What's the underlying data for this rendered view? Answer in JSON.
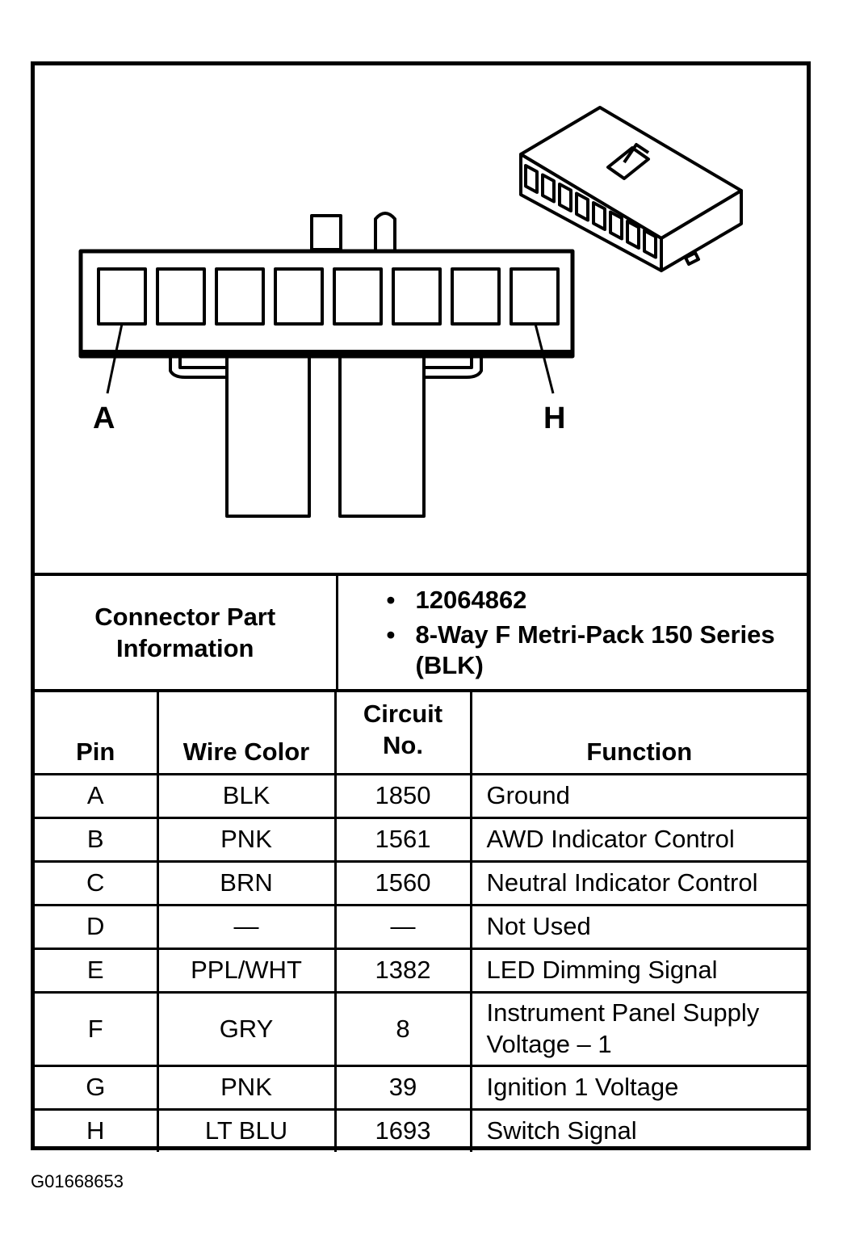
{
  "diagram": {
    "pin_labels": [
      "A",
      "H"
    ],
    "cavity_count": 8
  },
  "connector_info": {
    "label": "Connector Part Information",
    "values": [
      "12064862",
      "8-Way F Metri-Pack 150 Series (BLK)"
    ]
  },
  "table": {
    "headers": {
      "pin": "Pin",
      "wire_color": "Wire Color",
      "circuit_no": "Circuit No.",
      "function": "Function"
    },
    "rows": [
      {
        "pin": "A",
        "wire_color": "BLK",
        "circuit_no": "1850",
        "function": "Ground"
      },
      {
        "pin": "B",
        "wire_color": "PNK",
        "circuit_no": "1561",
        "function": "AWD Indicator Control"
      },
      {
        "pin": "C",
        "wire_color": "BRN",
        "circuit_no": "1560",
        "function": "Neutral Indicator Control"
      },
      {
        "pin": "D",
        "wire_color": "—",
        "circuit_no": "—",
        "function": "Not Used"
      },
      {
        "pin": "E",
        "wire_color": "PPL/WHT",
        "circuit_no": "1382",
        "function": "LED Dimming Signal"
      },
      {
        "pin": "F",
        "wire_color": "GRY",
        "circuit_no": "8",
        "function": "Instrument Panel Supply Voltage – 1"
      },
      {
        "pin": "G",
        "wire_color": "PNK",
        "circuit_no": "39",
        "function": "Ignition 1 Voltage"
      },
      {
        "pin": "H",
        "wire_color": "LT BLU",
        "circuit_no": "1693",
        "function": "Switch Signal"
      }
    ]
  },
  "figure_id": "G01668653"
}
